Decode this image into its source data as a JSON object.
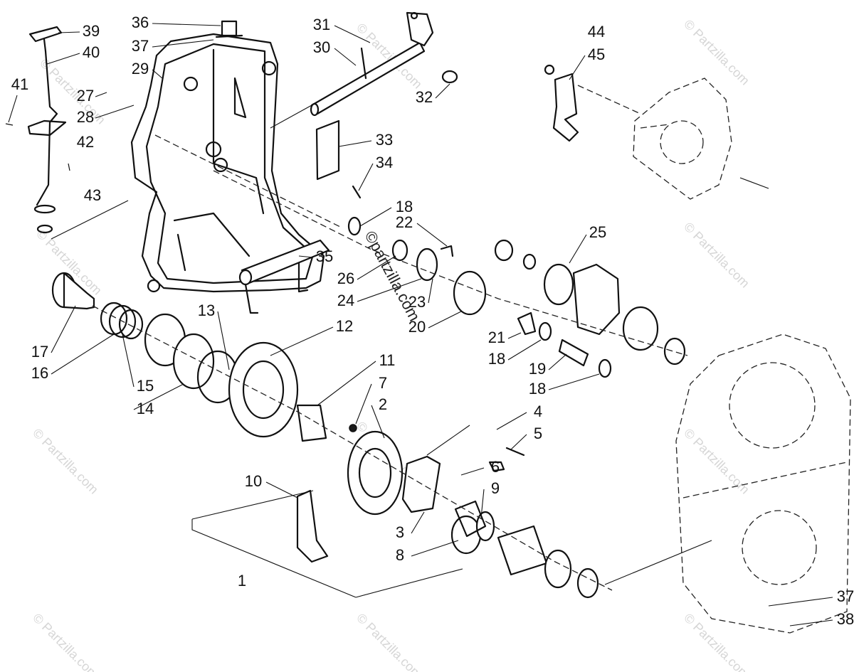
{
  "diagram": {
    "callouts": {
      "c1": "1",
      "c2": "2",
      "c3": "3",
      "c4": "4",
      "c5": "5",
      "c6": "6",
      "c7": "7",
      "c8": "8",
      "c9": "9",
      "c10": "10",
      "c11": "11",
      "c12": "12",
      "c13": "13",
      "c14": "14",
      "c15": "15",
      "c16": "16",
      "c17": "17",
      "c18a": "18",
      "c18b": "18",
      "c18c": "18",
      "c19": "19",
      "c20": "20",
      "c21": "21",
      "c22": "22",
      "c23": "23",
      "c24": "24",
      "c25": "25",
      "c26": "26",
      "c27": "27",
      "c28": "28",
      "c29": "29",
      "c30": "30",
      "c31": "31",
      "c32": "32",
      "c33": "33",
      "c34": "34",
      "c35": "35",
      "c36": "36",
      "c37a": "37",
      "c37b": "37",
      "c38": "38",
      "c39": "39",
      "c40": "40",
      "c41": "41",
      "c42": "42",
      "c43": "43",
      "c44": "44",
      "c45": "45"
    },
    "watermark": {
      "repeated": "© Partzilla.com",
      "center": "©partzilla.com"
    }
  },
  "colors": {
    "line": "#111111",
    "watermark": "#d6d6d6",
    "background": "#ffffff"
  }
}
